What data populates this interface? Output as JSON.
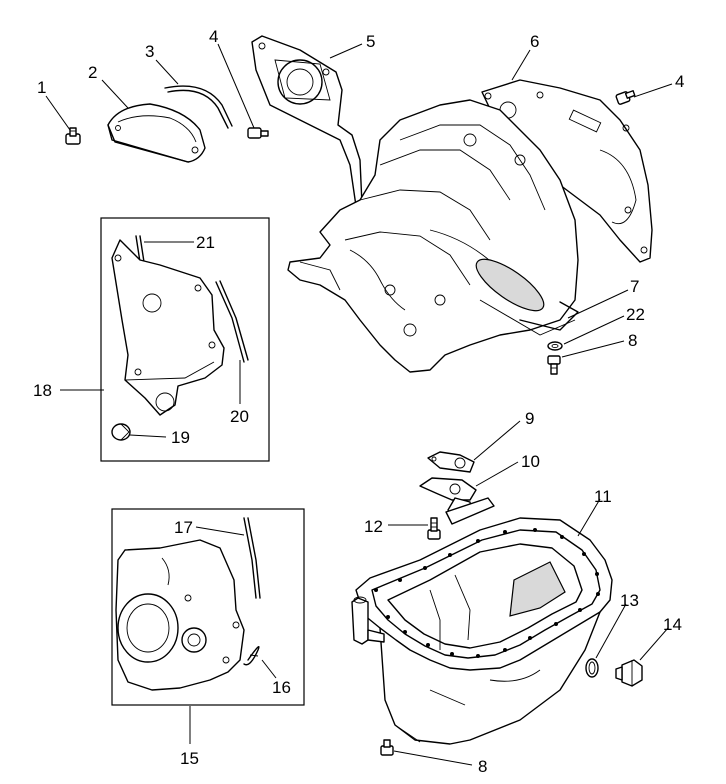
{
  "callouts": [
    {
      "id": "c1",
      "text": "1"
    },
    {
      "id": "c2",
      "text": "2"
    },
    {
      "id": "c3",
      "text": "3"
    },
    {
      "id": "c4a",
      "text": "4"
    },
    {
      "id": "c5",
      "text": "5"
    },
    {
      "id": "c6",
      "text": "6"
    },
    {
      "id": "c4b",
      "text": "4"
    },
    {
      "id": "c21",
      "text": "21"
    },
    {
      "id": "c18",
      "text": "18"
    },
    {
      "id": "c20",
      "text": "20"
    },
    {
      "id": "c19",
      "text": "19"
    },
    {
      "id": "c7",
      "text": "7"
    },
    {
      "id": "c22",
      "text": "22"
    },
    {
      "id": "c8a",
      "text": "8"
    },
    {
      "id": "c9",
      "text": "9"
    },
    {
      "id": "c10",
      "text": "10"
    },
    {
      "id": "c11",
      "text": "11"
    },
    {
      "id": "c12",
      "text": "12"
    },
    {
      "id": "c17",
      "text": "17"
    },
    {
      "id": "c13",
      "text": "13"
    },
    {
      "id": "c14",
      "text": "14"
    },
    {
      "id": "c16",
      "text": "16"
    },
    {
      "id": "c15",
      "text": "15"
    },
    {
      "id": "c8b",
      "text": "8"
    }
  ]
}
